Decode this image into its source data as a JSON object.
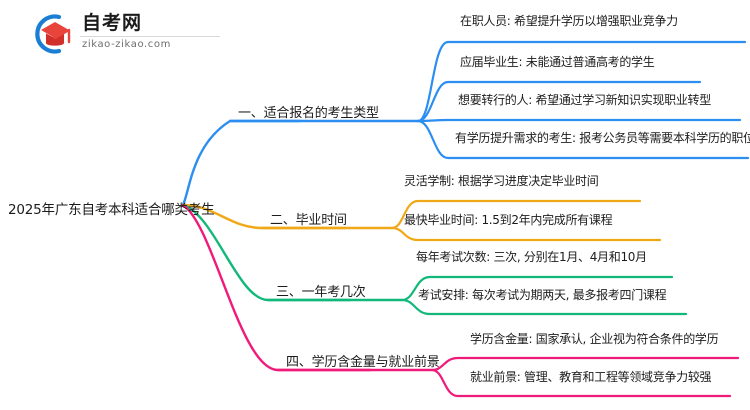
{
  "logo": {
    "name_cn": "自考网",
    "url": "zikao-zikao.com",
    "mark_icon": "graduation-cap-icon",
    "arc_color": "#1a7fd4",
    "cap_color": "#e03b33"
  },
  "root": {
    "label": "2025年广东自考本科适合哪类考生"
  },
  "colors": {
    "branch1": "#2b8ef0",
    "branch2": "#f0a818",
    "branch3": "#11b87a",
    "branch4": "#f01a7a"
  },
  "branches": [
    {
      "label": "一、适合报名的考生类型",
      "color": "#2b8ef0",
      "children": [
        {
          "label": "在职人员: 希望提升学历以增强职业竞争力"
        },
        {
          "label": "应届毕业生: 未能通过普通高考的学生"
        },
        {
          "label": "想要转行的人: 希望通过学习新知识实现职业转型"
        },
        {
          "label": "有学历提升需求的考生: 报考公务员等需要本科学历的职位"
        }
      ]
    },
    {
      "label": "二、毕业时间",
      "color": "#f0a818",
      "children": [
        {
          "label": "灵活学制: 根据学习进度决定毕业时间"
        },
        {
          "label": "最快毕业时间: 1.5到2年内完成所有课程"
        }
      ]
    },
    {
      "label": "三、一年考几次",
      "color": "#11b87a",
      "children": [
        {
          "label": "每年考试次数: 三次, 分别在1月、4月和10月"
        },
        {
          "label": "考试安排: 每次考试为期两天, 最多报考四门课程"
        }
      ]
    },
    {
      "label": "四、学历含金量与就业前景",
      "color": "#f01a7a",
      "children": [
        {
          "label": "学历含金量: 国家承认, 企业视为符合条件的学历"
        },
        {
          "label": "就业前景: 管理、教育和工程等领域竞争力较强"
        }
      ]
    }
  ]
}
